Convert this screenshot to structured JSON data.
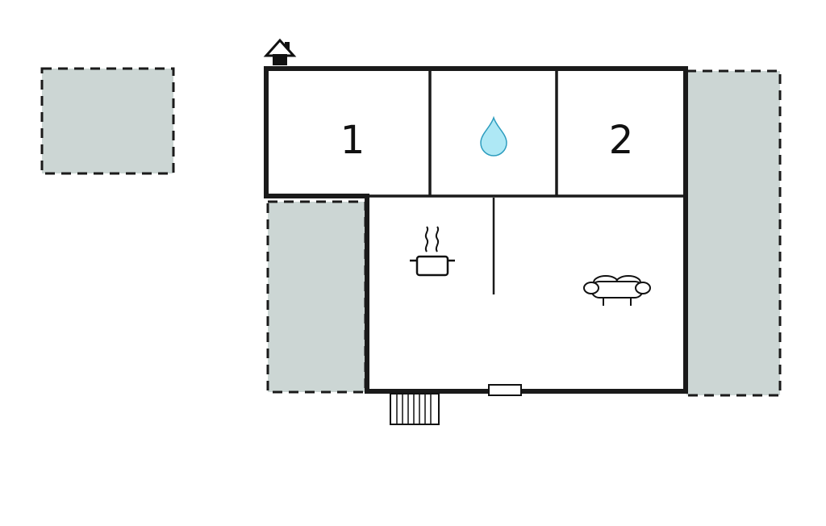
{
  "colors": {
    "background": "#ffffff",
    "wall": "#1a1a1a",
    "terrace_fill": "#ccd6d4",
    "drop_fill": "#aee8f5",
    "drop_stroke": "#2d9dbf"
  },
  "rooms": [
    {
      "id": "room-1",
      "label": "1"
    },
    {
      "id": "bathroom",
      "label": "",
      "icon": "water-drop-icon"
    },
    {
      "id": "room-2",
      "label": "2"
    },
    {
      "id": "living-area",
      "label": "",
      "icons": [
        "cooking-pot-icon",
        "sofa-icon"
      ]
    }
  ],
  "features": {
    "fireplace": "fireplace-icon",
    "entrance_steps": "steps-icon",
    "door": "door-marker",
    "terraces": [
      "terrace-detached",
      "terrace-left",
      "terrace-right"
    ]
  }
}
